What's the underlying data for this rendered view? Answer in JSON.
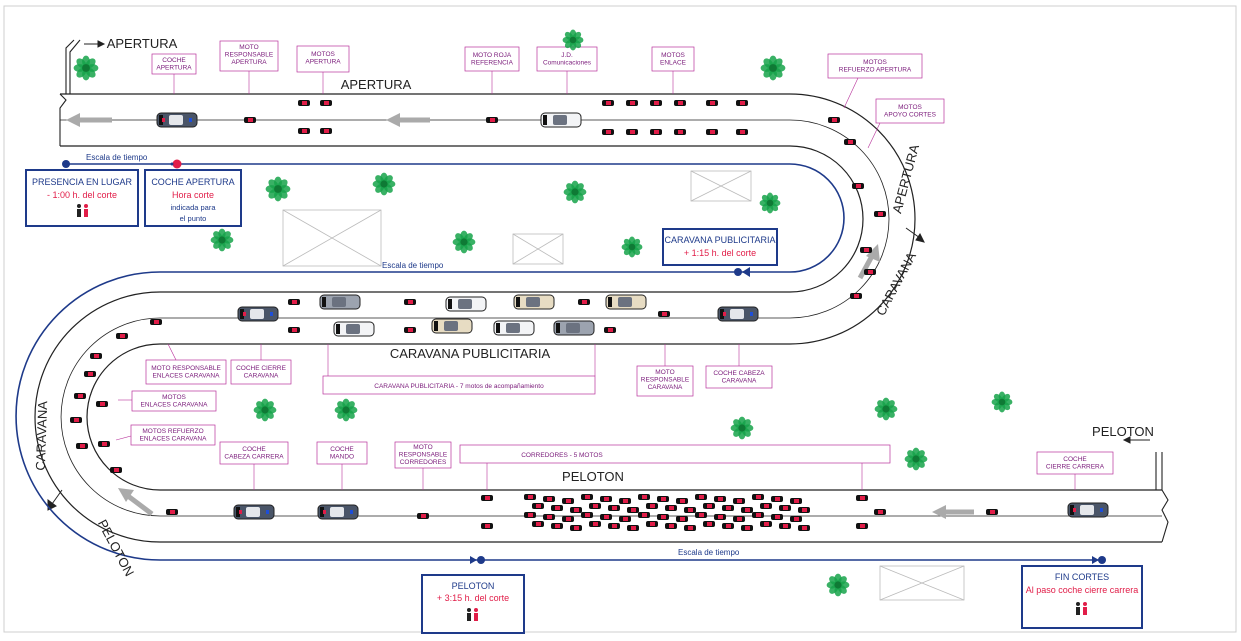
{
  "colors": {
    "road": "#222222",
    "label": "#b8329b",
    "label_text": "#7a1a7a",
    "timeline": "#1e3a8a",
    "accent_red": "#e11d48",
    "tree": "#16a34a",
    "arrow": "#aaaaaa"
  },
  "roads": {
    "apertura_title": "APERTURA",
    "caravana_title": "CARAVANA PUBLICITARIA",
    "peloton_title": "PELOTON"
  },
  "side_labels": {
    "apertura_top_left": "APERTURA",
    "apertura_right": "APERTURA",
    "caravana_right": "CARAVANA",
    "caravana_left": "CARAVANA",
    "peloton_left": "PELOTON",
    "peloton_right": "PELOTON"
  },
  "labels": {
    "coche_apertura": "COCHE|APERTURA",
    "moto_resp_apertura": "MOTO|RESPONSABLE|APERTURA",
    "motos_apertura": "MOTOS|APERTURA",
    "moto_roja": "MOTO ROJA|REFERENCIA",
    "jd_comunicaciones": "J.D.|Comunicaciones",
    "motos_enlace": "MOTOS|ENLACE",
    "motos_refuerzo_apertura": "MOTOS|REFUERZO APERTURA",
    "motos_apoyo_cortes": "MOTOS|APOYO CORTES",
    "moto_resp_enlaces_caravana": "MOTO RESPONSABLE|ENLACES CARAVANA",
    "coche_cierre_caravana": "COCHE CIERRE|CARAVANA",
    "caravana_motos": "CARAVANA  PUBLICITARIA  -  7 motos de acompañamiento",
    "moto_resp_caravana": "MOTO|RESPONSABLE|CARAVANA",
    "coche_cabeza_caravana": "COCHE CABEZA|CARAVANA",
    "motos_enlaces_caravana": "MOTOS|ENLACES CARAVANA",
    "motos_refuerzo_enlaces": "MOTOS REFUERZO|ENLACES CARAVANA",
    "coche_cabeza_carrera": "COCHE|CABEZA CARRERA",
    "coche_mando": "COCHE|MANDO",
    "moto_resp_corredores": "MOTO|RESPONSABLE|CORREDORES",
    "corredores": "CORREDORES   -   5 MOTOS",
    "coche_cierre_carrera": "COCHE|CIERRE CARRERA"
  },
  "timeline": {
    "escala1": "Escala de tiempo",
    "escala2": "Escala de tiempo",
    "escala3": "Escala de tiempo"
  },
  "boxes": {
    "presencia": {
      "title": "PRESENCIA EN LUGAR",
      "line1": "- 1:00 h. del corte"
    },
    "coche_apertura": {
      "title": "COCHE APERTURA",
      "line1": "Hora corte",
      "line2": "indicada para",
      "line3": "el punto"
    },
    "caravana": {
      "title": "CARAVANA PUBLICITARIA",
      "line1": "+ 1:15 h. del corte"
    },
    "peloton": {
      "title": "PELOTON",
      "line1": "+ 3:15 h. del corte"
    },
    "fin_cortes": {
      "title": "FIN CORTES",
      "line1": "Al paso coche cierre carrera"
    }
  }
}
